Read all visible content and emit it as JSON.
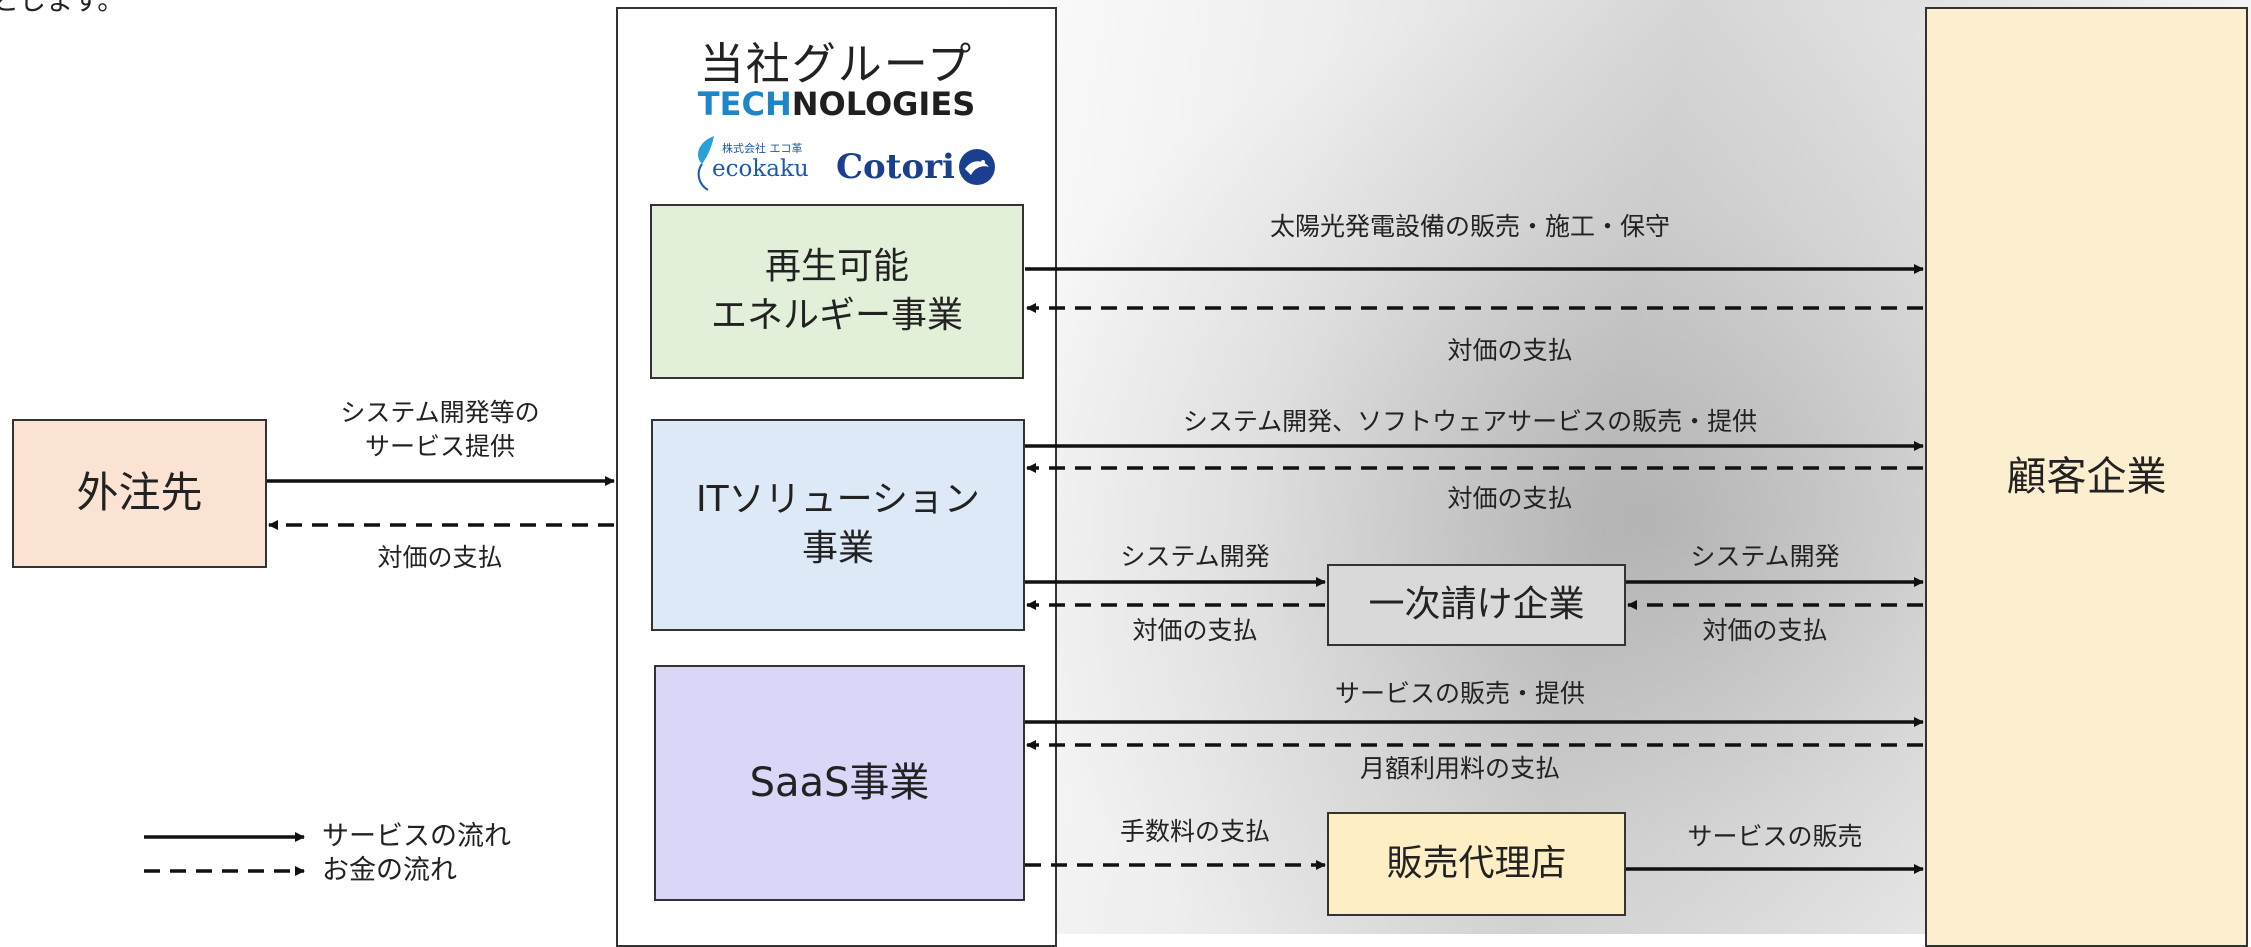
{
  "top_fragment": "とします。",
  "group": {
    "title": "当社グループ",
    "technologies_logo": {
      "tech": "TECH",
      "rest": "NOLOGIES"
    },
    "ecokaku_logo": {
      "small": "株式会社 エコ革",
      "name": "ecokaku"
    },
    "cotori_logo": {
      "name": "Cotori"
    }
  },
  "business_units": {
    "renewable": "再生可能\nエネルギー事業",
    "it_solution": "ITソリューション\n事業",
    "saas": "SaaS事業"
  },
  "external": {
    "outsourcer": "外注先",
    "customer": "顧客企業",
    "prime_contractor": "一次請け企業",
    "sales_agent": "販売代理店"
  },
  "flow_labels": {
    "outsource_service": "システム開発等の\nサービス提供",
    "outsource_payment": "対価の支払",
    "renewable_service": "太陽光発電設備の販売・施工・保守",
    "renewable_payment": "対価の支払",
    "it_service": "システム開発、ソフトウェアサービスの販売・提供",
    "it_payment": "対価の支払",
    "it_to_prime_service": "システム開発",
    "it_to_prime_payment": "対価の支払",
    "prime_to_customer_service": "システム開発",
    "prime_to_customer_payment": "対価の支払",
    "saas_service": "サービスの販売・提供",
    "saas_payment": "月額利用料の支払",
    "agent_commission": "手数料の支払",
    "agent_service": "サービスの販売"
  },
  "legend": {
    "service_flow": "サービスの流れ",
    "money_flow": "お金の流れ"
  },
  "colors": {
    "outsourcer_fill": "#fbe3d4",
    "renewable_fill": "#e2efd9",
    "it_fill": "#dde9f6",
    "saas_fill": "#d9d7f8",
    "customer_fill": "#fcefcf",
    "prime_fill": "#d9d9d9",
    "agent_fill": "#fdefc3",
    "technologies_accent": "#1e86c8",
    "ecokaku_blue": "#1a5aa8",
    "cotori_blue": "#1a3f8f"
  }
}
